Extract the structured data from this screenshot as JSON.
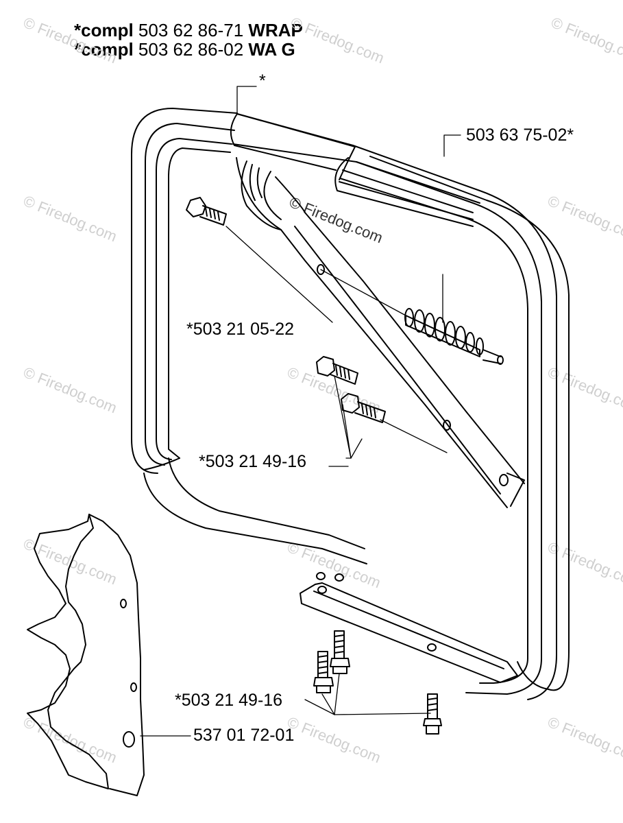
{
  "header": {
    "line1": {
      "prefix": "*compl",
      "number": "503 62 86-71",
      "suffix": "WRAP"
    },
    "line2": {
      "prefix": "*compl",
      "number": "503 62 86-02",
      "suffix": "WA G"
    }
  },
  "callouts": {
    "star": "*",
    "handlebar": "503 63 75-02*",
    "screw_top": "*503 21 05-22",
    "screw_mid": "*503 21 49-16",
    "screw_bottom": "*503 21 49-16",
    "plate": "537 01 72-01"
  },
  "watermark": {
    "text": "© Firedog.com"
  }
}
